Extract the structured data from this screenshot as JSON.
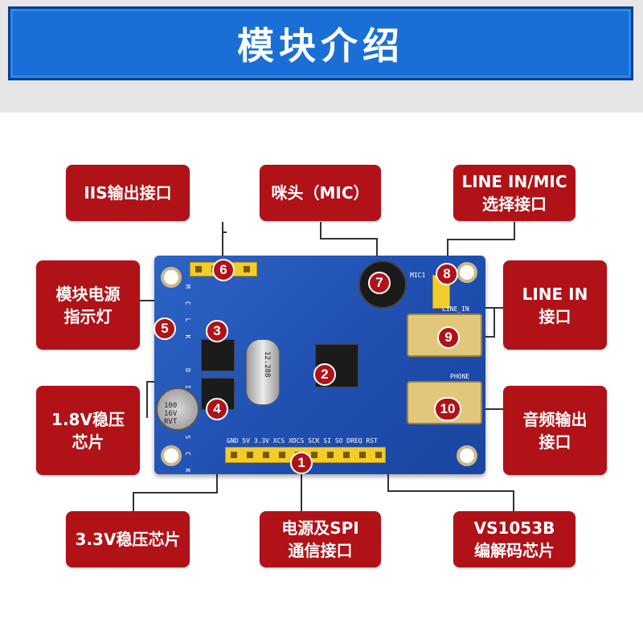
{
  "header": {
    "title": "模块介绍"
  },
  "labels": {
    "iis": [
      "IIS输出接口"
    ],
    "mic": [
      "咪头（MIC）"
    ],
    "line_mic": [
      "LINE IN/MIC",
      "选择接口"
    ],
    "power_led": [
      "模块电源",
      "指示灯"
    ],
    "line_in": [
      "LINE IN",
      "接口"
    ],
    "reg18": [
      "1.8V稳压",
      "芯片"
    ],
    "audio_out": [
      "音频输出",
      "接口"
    ],
    "reg33": [
      "3.3V稳压芯片"
    ],
    "power_spi": [
      "电源及SPI",
      "通信接口"
    ],
    "vs1053": [
      "VS1053B",
      "编解码芯片"
    ]
  },
  "badges": [
    "1",
    "2",
    "3",
    "4",
    "5",
    "6",
    "7",
    "8",
    "9",
    "10"
  ],
  "pcb": {
    "bottom_pins": "GND 5V 3.3V XCS XDCS SCK SI SO DREQ RST",
    "top_pins": "MCLK DIN SCK LRCK",
    "crystal": "12.288",
    "cap": "100 16V RVT",
    "line_in_mark": "LINE_IN",
    "phone_mark": "PHONE",
    "mic1_mark": "MIC1"
  },
  "colors": {
    "banner": "#1a6fd6",
    "label": "#b01218",
    "board": "#1f4fb0",
    "header_pins": "#f2cc2a"
  }
}
